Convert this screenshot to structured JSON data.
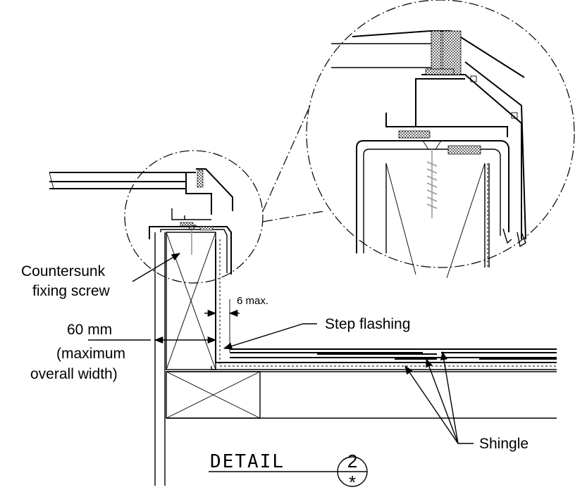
{
  "labels": {
    "countersunk_line1": "Countersunk",
    "countersunk_line2": "fixing screw",
    "gap": "6 max.",
    "width_value": "60 mm",
    "width_note_line1": "(maximum",
    "width_note_line2": "overall width)",
    "step_flashing": "Step flashing",
    "shingle": "Shingle"
  },
  "detail": {
    "title": "DETAIL",
    "number": "2",
    "sheet": "*"
  }
}
